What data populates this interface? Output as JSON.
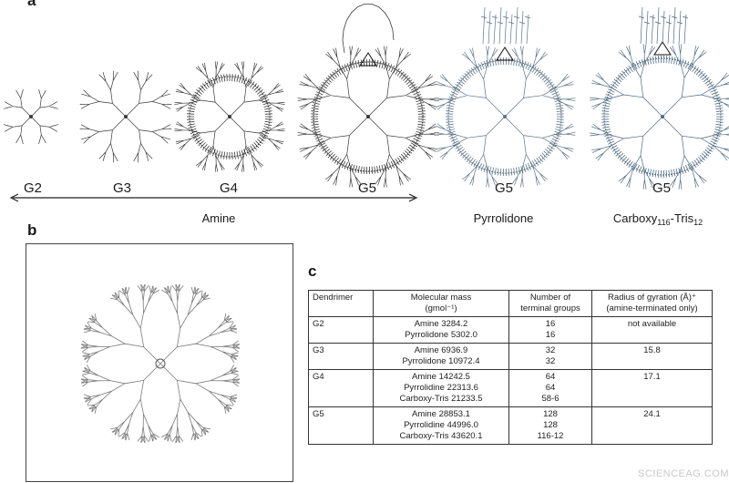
{
  "panels": {
    "a": "a",
    "b": "b",
    "c": "c"
  },
  "panel_a": {
    "generations": [
      "G2",
      "G3",
      "G4",
      "G5",
      "G5",
      "G5"
    ],
    "group_amine": "Amine",
    "group_pyrrolidone": "Pyrrolidone",
    "carboxy_label": {
      "main": "Carboxy",
      "sub1": "116",
      "mid": "-Tris",
      "sub2": "12"
    }
  },
  "table": {
    "headers": {
      "dendrimer": "Dendrimer",
      "mass_l1": "Molecular mass",
      "mass_l2": "(gmol⁻¹)",
      "terminal_l1": "Number of",
      "terminal_l2": "terminal groups",
      "radius_l1": "Radius of gyration (Å)⁺",
      "radius_l2": "(amine-terminated only)"
    },
    "rows": [
      {
        "gen": "G2",
        "masses": [
          "Amine 3284.2",
          "Pyrrolidone 5302.0"
        ],
        "terminals": [
          "16",
          "16"
        ],
        "radius": "not available"
      },
      {
        "gen": "G3",
        "masses": [
          "Amine 6936.9",
          "Pyrrolidone 10972.4"
        ],
        "terminals": [
          "32",
          "32"
        ],
        "radius": "15.8"
      },
      {
        "gen": "G4",
        "masses": [
          "Amine 14242.5",
          "Pyrrolidine 22313.6",
          "Carboxy-Tris 21233.5"
        ],
        "terminals": [
          "64",
          "64",
          "58-6"
        ],
        "radius": "17.1"
      },
      {
        "gen": "G5",
        "masses": [
          "Amine 28853.1",
          "Pyrrolidine 44996.0",
          "Carboxy-Tris 43620.1"
        ],
        "terminals": [
          "128",
          "128",
          "116-12"
        ],
        "radius": "24.1"
      }
    ]
  },
  "watermark": "SCIENCEAG.COM",
  "colors": {
    "amine": "#3a3a3a",
    "pyrrolidone": "#5d7488",
    "carboxy": "#4f6b83",
    "structure_b": "#7a7a7a"
  }
}
